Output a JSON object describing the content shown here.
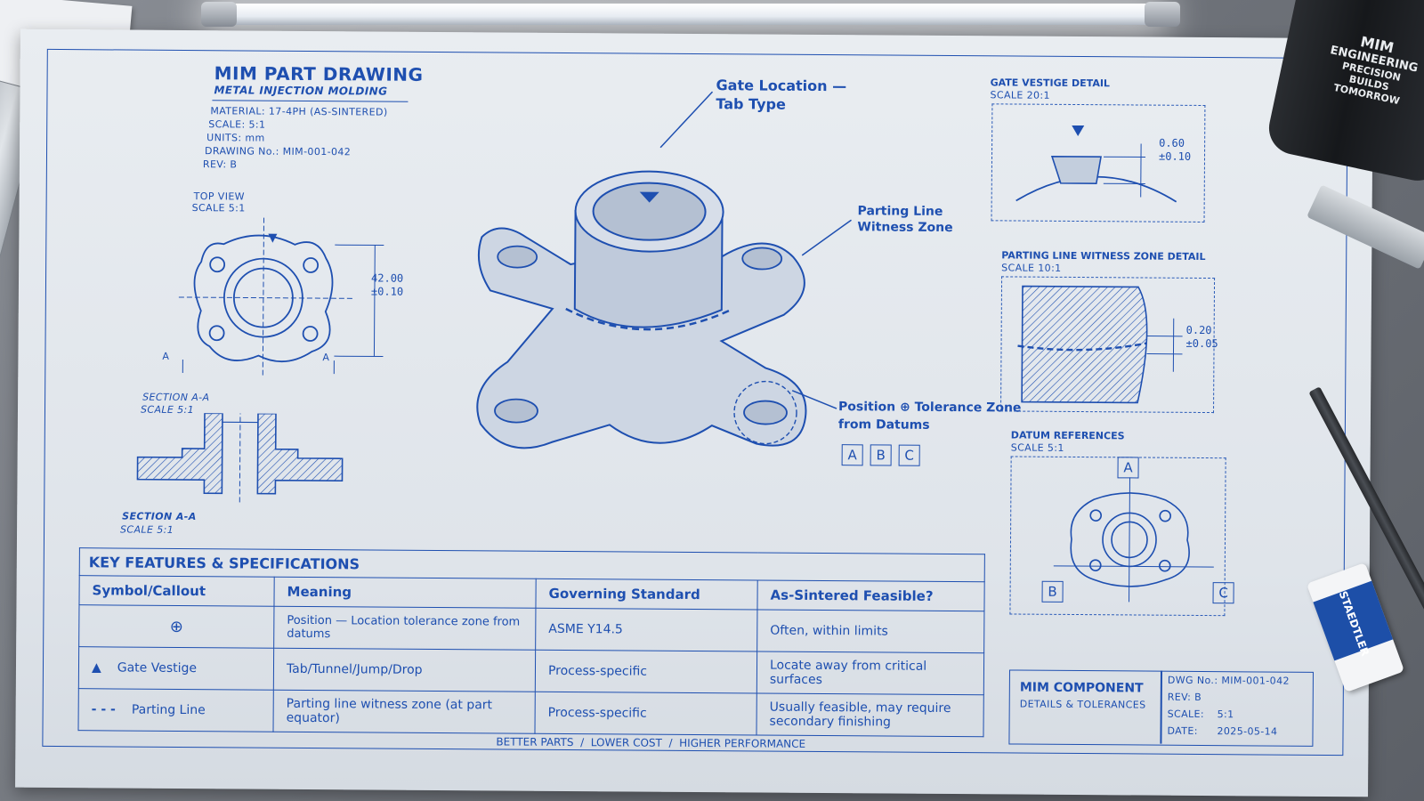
{
  "header": {
    "title": "MIM PART DRAWING",
    "subtitle": "METAL INJECTION MOLDING",
    "material": "MATERIAL: 17-4PH (AS-SINTERED)",
    "scale": "SCALE: 5:1",
    "units": "UNITS: mm",
    "drawing_no": "DRAWING No.: MIM-001-042",
    "rev": "REV: B"
  },
  "top_view": {
    "label": "TOP VIEW",
    "scale": "SCALE 5:1",
    "dim_value": "42.00",
    "dim_tol": "±0.10",
    "section_mark": "A"
  },
  "section_view": {
    "label": "SECTION A-A",
    "scale": "SCALE 5:1",
    "label_bottom": "SECTION A-A",
    "scale_bottom": "SCALE 5:1"
  },
  "callouts": {
    "gate_line1": "Gate Location —",
    "gate_line2": "Tab Type",
    "parting_line1": "Parting Line",
    "parting_line2": "Witness Zone",
    "position_line1": "Position ⊕ Tolerance Zone",
    "position_line2": "from Datums",
    "datums": [
      "A",
      "B",
      "C"
    ]
  },
  "details": {
    "gate": {
      "title": "GATE VESTIGE DETAIL",
      "scale": "SCALE 20:1",
      "value": "0.60",
      "tol": "±0.10"
    },
    "parting": {
      "title": "PARTING LINE WITNESS ZONE DETAIL",
      "scale": "SCALE 10:1",
      "value": "0.20",
      "tol": "±0.05"
    },
    "datum": {
      "title": "DATUM REFERENCES",
      "scale": "SCALE 5:1",
      "labels": [
        "A",
        "B",
        "C"
      ]
    }
  },
  "table": {
    "caption": "KEY FEATURES & SPECIFICATIONS",
    "headers": [
      "Symbol/Callout",
      "Meaning",
      "Governing Standard",
      "As-Sintered Feasible?"
    ],
    "rows": [
      {
        "symbol": "⊕",
        "symbol_label": "",
        "meaning": "Position — Location tolerance zone from datums",
        "standard": "ASME Y14.5",
        "feasible": "Often, within limits"
      },
      {
        "symbol": "▲",
        "symbol_label": "Gate Vestige",
        "meaning": "Tab/Tunnel/Jump/Drop",
        "standard": "Process-specific",
        "feasible": "Locate away from critical surfaces"
      },
      {
        "symbol": "- - -",
        "symbol_label": "Parting Line",
        "meaning": "Parting line witness zone (at part equator)",
        "standard": "Process-specific",
        "feasible": "Usually feasible, may require secondary finishing"
      }
    ]
  },
  "title_block": {
    "name": "MIM COMPONENT",
    "sub": "DETAILS & TOLERANCES",
    "dwg_no": "DWG No.: MIM-001-042",
    "rev": "REV: B",
    "scale_label": "SCALE:",
    "scale_value": "5:1",
    "date_label": "DATE:",
    "date_value": "2025-05-14"
  },
  "footer": {
    "text": "BETTER PARTS  /  LOWER COST  /  HIGHER PERFORMANCE"
  },
  "props": {
    "mug_lines": [
      "MIM",
      "ENGINEERING",
      "PRECISION",
      "BUILDS",
      "TOMORROW"
    ],
    "eraser_brand": "STAEDTLER"
  },
  "colors": {
    "ink": "#1e4fb0",
    "paper": "#e3e8ee",
    "desk": "#70747b"
  }
}
